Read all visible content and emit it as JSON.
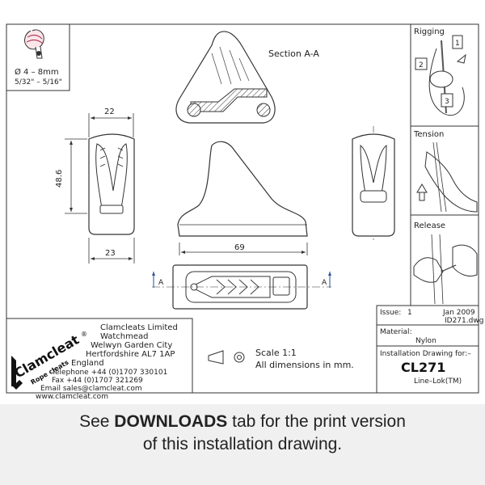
{
  "rope_range": {
    "metric": "Ø 4 – 8mm",
    "imperial": "5/32\" – 5/16\""
  },
  "section_label": "Section A-A",
  "dimensions": {
    "width_top": "22",
    "height": "48.6",
    "width_bottom": "23",
    "length": "69"
  },
  "section_marker": "A",
  "panels": {
    "rigging": "Rigging",
    "tension": "Tension",
    "release": "Release"
  },
  "rigging_steps": [
    "1",
    "2",
    "3"
  ],
  "company": {
    "name": "Clamcleats Limited",
    "address": [
      "Watchmead",
      "Welwyn Garden City",
      "Hertfordshire AL7 1AP",
      "England"
    ],
    "telephone": "Telephone +44 (0)1707 330101",
    "fax": "Fax +44 (0)1707 321269",
    "email": "Email sales@clamcleat.com",
    "website": "www.clamcleat.com"
  },
  "logo": {
    "brand": "Clamcleat",
    "tagline": "Rope cleats",
    "registered": "®"
  },
  "scale": {
    "label": "Scale 1:1",
    "units": "All dimensions in mm."
  },
  "title_block": {
    "issue_label": "Issue:",
    "issue_value": "1",
    "date": "Jan 2009",
    "file": "ID271.dwg",
    "material_label": "Material:",
    "material_value": "Nylon",
    "drawing_for_label": "Installation Drawing for:–",
    "part_number": "CL271",
    "product_name": "Line–Lok(TM)"
  },
  "caption": {
    "before": "See ",
    "highlight": "DOWNLOADS",
    "after": " tab for the print version",
    "line2": "of this installation drawing."
  }
}
